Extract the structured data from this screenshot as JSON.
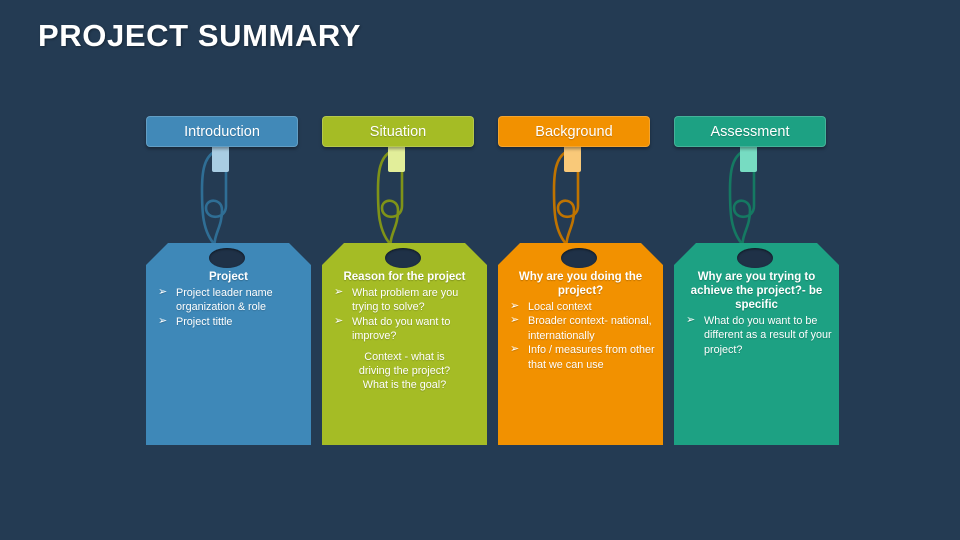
{
  "slide": {
    "title": "PROJECT SUMMARY",
    "background_color": "#243b53"
  },
  "columns": [
    {
      "id": "introduction",
      "header_label": "Introduction",
      "header_color": "#4189b8",
      "tag_color": "#3e88b8",
      "strip_color": "#a9cde3",
      "string_color": "#2f6e95",
      "heading": "Project",
      "bullets": [
        "Project leader name organization & role",
        "Project tittle"
      ],
      "plain_lines": []
    },
    {
      "id": "situation",
      "header_label": "Situation",
      "header_color": "#a5bc25",
      "tag_color": "#a5bc25",
      "strip_color": "#e2ee9a",
      "string_color": "#7f9318",
      "heading": "Reason for the project",
      "bullets": [
        "What problem are you trying to solve?",
        "What do you want to improve?"
      ],
      "plain_lines": [
        "Context - what is",
        "driving the project?",
        "What is the goal?"
      ]
    },
    {
      "id": "background",
      "header_label": "Background",
      "header_color": "#f29100",
      "tag_color": "#f29100",
      "strip_color": "#f9c979",
      "string_color": "#bf7300",
      "heading": "Why are you doing the project?",
      "bullets": [
        "Local context",
        "Broader context- national, internationally",
        "Info / measures from other that we can use"
      ],
      "plain_lines": []
    },
    {
      "id": "assessment",
      "header_label": "Assessment",
      "header_color": "#1da183",
      "tag_color": "#1da183",
      "strip_color": "#77dcc2",
      "string_color": "#157962",
      "heading": "Why are you trying to achieve the project?- be specific",
      "bullets": [
        "What do you want to be different as a result of your project?"
      ],
      "plain_lines": []
    }
  ],
  "icons": {
    "bullet_arrow": "➢"
  }
}
